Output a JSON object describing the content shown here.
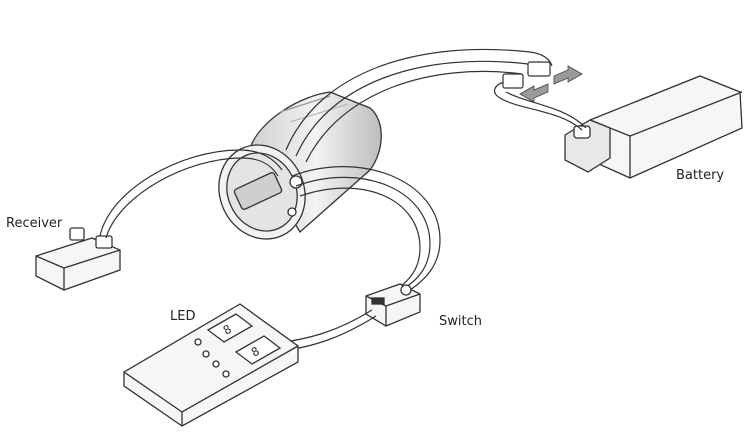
{
  "labels": {
    "receiver": "Receiver",
    "led": "LED",
    "switch": "Switch",
    "battery": "Battery"
  },
  "led_display": {
    "digit_top": "8",
    "digit_bottom": "8"
  },
  "colors": {
    "line": "#333333",
    "body_fill": "#f4f4f4",
    "shade_fill": "#d6d6d6",
    "arrow_fill": "#9a9a9a"
  }
}
